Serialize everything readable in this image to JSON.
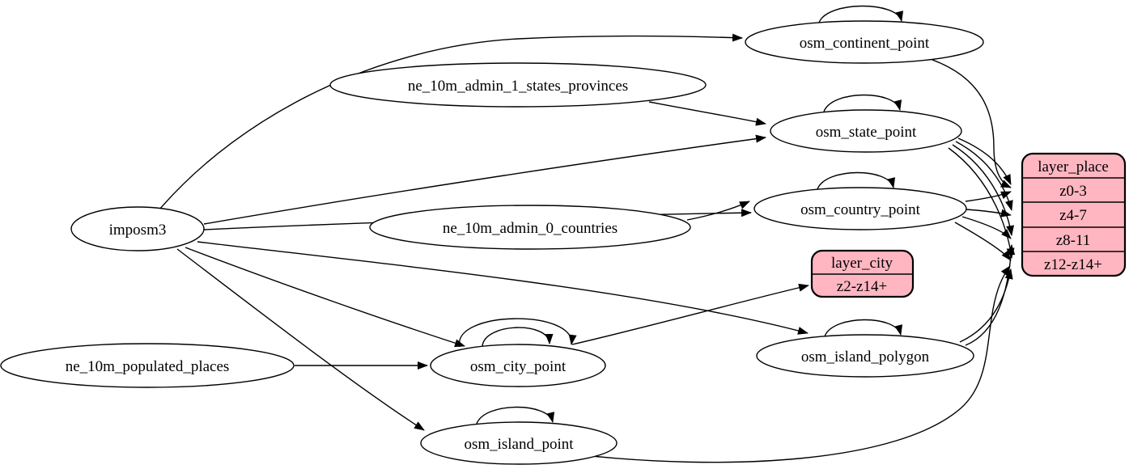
{
  "graph": {
    "title": "imposm3 place tables to layer_place / layer_city ETL diagram",
    "style": {
      "background": "#ffffff",
      "record_fill": "#ffb6c1",
      "node_fill": "#ffffff",
      "stroke": "#000000"
    },
    "ellipses": {
      "imposm3": {
        "label": "imposm3"
      },
      "ne_10m_admin_1_states_provinces": {
        "label": "ne_10m_admin_1_states_provinces"
      },
      "ne_10m_admin_0_countries": {
        "label": "ne_10m_admin_0_countries"
      },
      "ne_10m_populated_places": {
        "label": "ne_10m_populated_places"
      },
      "osm_continent_point": {
        "label": "osm_continent_point"
      },
      "osm_state_point": {
        "label": "osm_state_point"
      },
      "osm_country_point": {
        "label": "osm_country_point"
      },
      "osm_city_point": {
        "label": "osm_city_point"
      },
      "osm_island_polygon": {
        "label": "osm_island_polygon"
      },
      "osm_island_point": {
        "label": "osm_island_point"
      }
    },
    "records": {
      "layer_place": {
        "header": "layer_place",
        "rows": [
          "z0-3",
          "z4-7",
          "z8-11",
          "z12-z14+"
        ]
      },
      "layer_city": {
        "header": "layer_city",
        "rows": [
          "z2-z14+"
        ]
      }
    },
    "edges": [
      {
        "from": "imposm3",
        "to": "osm_continent_point"
      },
      {
        "from": "imposm3",
        "to": "osm_state_point"
      },
      {
        "from": "imposm3",
        "to": "osm_country_point"
      },
      {
        "from": "imposm3",
        "to": "osm_city_point"
      },
      {
        "from": "imposm3",
        "to": "osm_island_polygon"
      },
      {
        "from": "imposm3",
        "to": "osm_island_point"
      },
      {
        "from": "ne_10m_admin_1_states_provinces",
        "to": "osm_state_point"
      },
      {
        "from": "ne_10m_admin_0_countries",
        "to": "osm_country_point"
      },
      {
        "from": "ne_10m_populated_places",
        "to": "osm_city_point"
      },
      {
        "from": "osm_continent_point",
        "to": "osm_continent_point"
      },
      {
        "from": "osm_state_point",
        "to": "osm_state_point"
      },
      {
        "from": "osm_country_point",
        "to": "osm_country_point"
      },
      {
        "from": "osm_city_point",
        "to": "osm_city_point"
      },
      {
        "from": "osm_city_point",
        "to": "osm_city_point"
      },
      {
        "from": "osm_island_polygon",
        "to": "osm_island_polygon"
      },
      {
        "from": "osm_island_point",
        "to": "osm_island_point"
      },
      {
        "from": "osm_continent_point",
        "to": "layer_place",
        "to_port": "z0-3"
      },
      {
        "from": "osm_state_point",
        "to": "layer_place",
        "to_port": "z0-3"
      },
      {
        "from": "osm_state_point",
        "to": "layer_place",
        "to_port": "z4-7"
      },
      {
        "from": "osm_state_point",
        "to": "layer_place",
        "to_port": "z8-11"
      },
      {
        "from": "osm_state_point",
        "to": "layer_place",
        "to_port": "z12-z14+"
      },
      {
        "from": "osm_country_point",
        "to": "layer_place",
        "to_port": "z0-3"
      },
      {
        "from": "osm_country_point",
        "to": "layer_place",
        "to_port": "z4-7"
      },
      {
        "from": "osm_country_point",
        "to": "layer_place",
        "to_port": "z8-11"
      },
      {
        "from": "osm_country_point",
        "to": "layer_place",
        "to_port": "z12-z14+"
      },
      {
        "from": "osm_city_point",
        "to": "layer_city",
        "to_port": "z2-z14+"
      },
      {
        "from": "osm_island_polygon",
        "to": "layer_place",
        "to_port": "z8-11"
      },
      {
        "from": "osm_island_polygon",
        "to": "layer_place",
        "to_port": "z12-z14+"
      },
      {
        "from": "osm_island_point",
        "to": "layer_place",
        "to_port": "z12-z14+"
      }
    ]
  }
}
